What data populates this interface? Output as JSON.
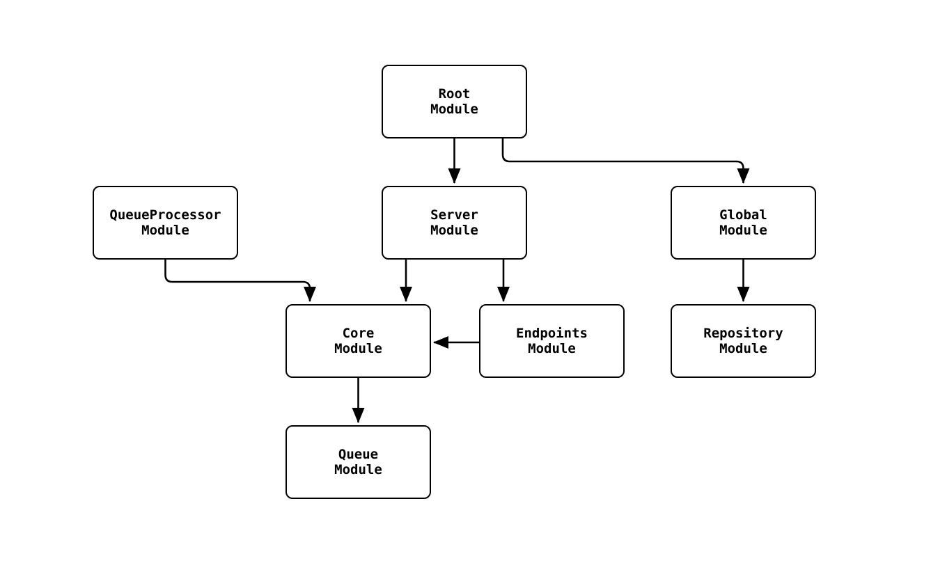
{
  "diagram": {
    "type": "flowchart",
    "background_color": "#ffffff",
    "stroke_color": "#000000",
    "node_fill_color": "#ffffff",
    "nodes": [
      {
        "id": "root",
        "line1": "Root",
        "line2": "Module"
      },
      {
        "id": "queueprocessor",
        "line1": "QueueProcessor",
        "line2": "Module"
      },
      {
        "id": "server",
        "line1": "Server",
        "line2": "Module"
      },
      {
        "id": "global",
        "line1": "Global",
        "line2": "Module"
      },
      {
        "id": "core",
        "line1": "Core",
        "line2": "Module"
      },
      {
        "id": "endpoints",
        "line1": "Endpoints",
        "line2": "Module"
      },
      {
        "id": "repository",
        "line1": "Repository",
        "line2": "Module"
      },
      {
        "id": "queue",
        "line1": "Queue",
        "line2": "Module"
      }
    ],
    "edges": [
      {
        "from": "root",
        "to": "server"
      },
      {
        "from": "root",
        "to": "global"
      },
      {
        "from": "queueprocessor",
        "to": "core"
      },
      {
        "from": "server",
        "to": "core"
      },
      {
        "from": "server",
        "to": "endpoints"
      },
      {
        "from": "endpoints",
        "to": "core"
      },
      {
        "from": "global",
        "to": "repository"
      },
      {
        "from": "core",
        "to": "queue"
      }
    ]
  }
}
